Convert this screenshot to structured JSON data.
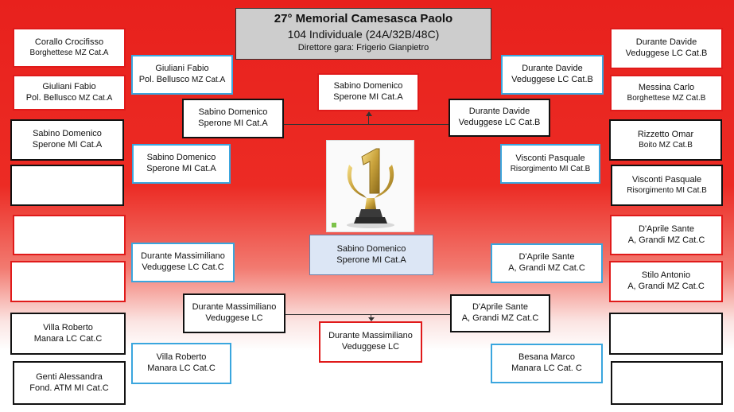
{
  "header": {
    "title": "27° Memorial Camesasca Paolo",
    "subtitle": "104 Individuale (24A/32B/48C)",
    "director": "Direttore gara: Frigerio Gianpietro"
  },
  "left_col1": [
    {
      "name": "Corallo  Crocifisso",
      "club": "Borghettese  MZ Cat.A"
    },
    {
      "name": "Giuliani Fabio",
      "club_main": "Pol. Bellusco",
      "club_small": " MZ Cat.A"
    },
    {
      "name": "Sabino Domenico",
      "club": "Sperone MI Cat.A"
    },
    {
      "name": "",
      "club": ""
    },
    {
      "name": "",
      "club": ""
    },
    {
      "name": "",
      "club": ""
    },
    {
      "name": "Villa Roberto",
      "club": "Manara LC Cat.C"
    },
    {
      "name": "Genti Alessandra",
      "club": "Fond. ATM  MI Cat.C"
    }
  ],
  "left_col2": [
    {
      "name": "Giuliani Fabio",
      "club_main": "Pol. Bellusco",
      "club_small": " MZ Cat.A"
    },
    {
      "name": "Sabino Domenico",
      "club": "Sperone MI Cat.A"
    },
    {
      "name": "Durante Massimiliano",
      "club": "Veduggese LC Cat.C"
    },
    {
      "name": "Villa Roberto",
      "club": "Manara LC Cat.C"
    }
  ],
  "left_col3": [
    {
      "name": "Sabino Domenico",
      "club": "Sperone MI Cat.A"
    },
    {
      "name": "Durante Massimiliano",
      "club": "Veduggese LC"
    }
  ],
  "finalists": [
    {
      "name": "Sabino Domenico",
      "club": "Sperone MI Cat.A"
    },
    {
      "name": "Durante Massimiliano",
      "club": "Veduggese LC"
    }
  ],
  "champion": {
    "name": "Sabino Domenico",
    "club": "Sperone MI Cat.A"
  },
  "right_col3": [
    {
      "name": "Durante Davide",
      "club": "Veduggese LC Cat.B"
    },
    {
      "name": "D'Aprile Sante",
      "club": "A, Grandi MZ Cat.C"
    }
  ],
  "right_col2": [
    {
      "name": "Durante Davide",
      "club": "Veduggese LC Cat.B"
    },
    {
      "name": "Visconti Pasquale",
      "club": "Risorgimento MI  Cat.B"
    },
    {
      "name": "D'Aprile Sante",
      "club": "A, Grandi MZ Cat.C"
    },
    {
      "name": "Besana Marco",
      "club": "Manara LC Cat. C"
    }
  ],
  "right_col1": [
    {
      "name": "Durante Davide",
      "club": "Veduggese LC Cat.B"
    },
    {
      "name": "Messina Carlo",
      "club": "Borghettese  MZ Cat.B"
    },
    {
      "name": "Rizzetto Omar",
      "club": "Boito MZ  Cat.B"
    },
    {
      "name": "Visconti Pasquale",
      "club": "Risorgimento MI  Cat.B"
    },
    {
      "name": "D'Aprile Sante",
      "club": "A, Grandi MZ Cat.C"
    },
    {
      "name": "Stilo Antonio",
      "club": "A, Grandi MZ Cat.C"
    },
    {
      "name": "",
      "club": ""
    },
    {
      "name": "",
      "club": ""
    }
  ],
  "colors": {
    "red": "#e01a1a",
    "blue": "#3aa6de",
    "black": "#111111",
    "header_gray": "#cdcdcd",
    "champion_fill": "#dce6f5"
  },
  "icons": {
    "trophy": "number-one-trophy-icon"
  }
}
